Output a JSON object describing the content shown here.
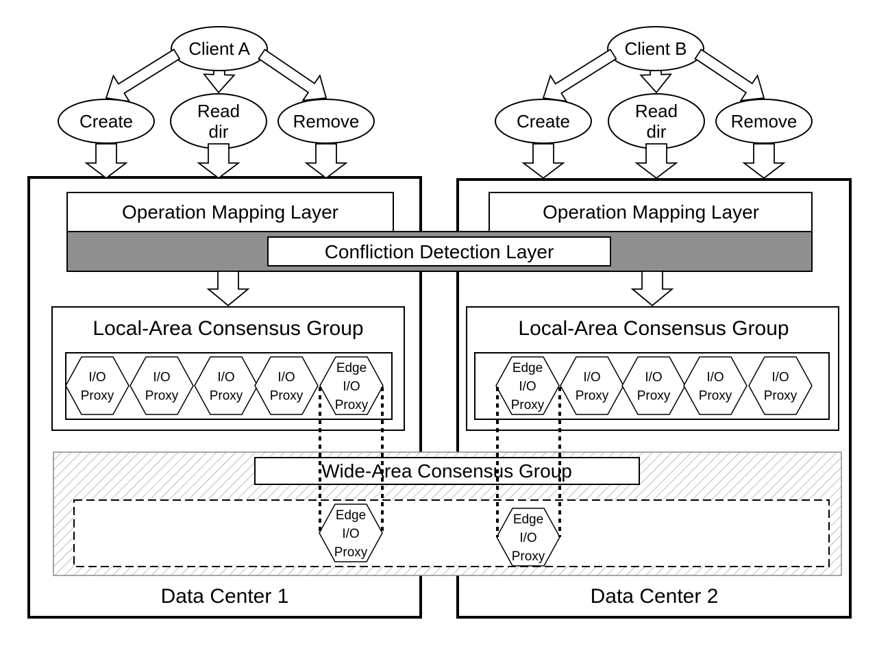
{
  "clients": [
    {
      "name": "Client A",
      "ops": [
        {
          "lines": [
            "Create"
          ]
        },
        {
          "lines": [
            "Read",
            "dir"
          ]
        },
        {
          "lines": [
            "Remove"
          ]
        }
      ]
    },
    {
      "name": "Client B",
      "ops": [
        {
          "lines": [
            "Create"
          ]
        },
        {
          "lines": [
            "Read",
            "dir"
          ]
        },
        {
          "lines": [
            "Remove"
          ]
        }
      ]
    }
  ],
  "layers": {
    "operation_mapping": "Operation Mapping Layer",
    "confliction_detection": "Confliction Detection Layer",
    "local_area": "Local-Area Consensus Group",
    "wide_area": "Wide-Area Consensus Group"
  },
  "proxy": {
    "io": [
      "I/O",
      "Proxy"
    ],
    "edge": [
      "Edge",
      "I/O",
      "Proxy"
    ]
  },
  "data_centers": [
    "Data Center 1",
    "Data Center 2"
  ]
}
